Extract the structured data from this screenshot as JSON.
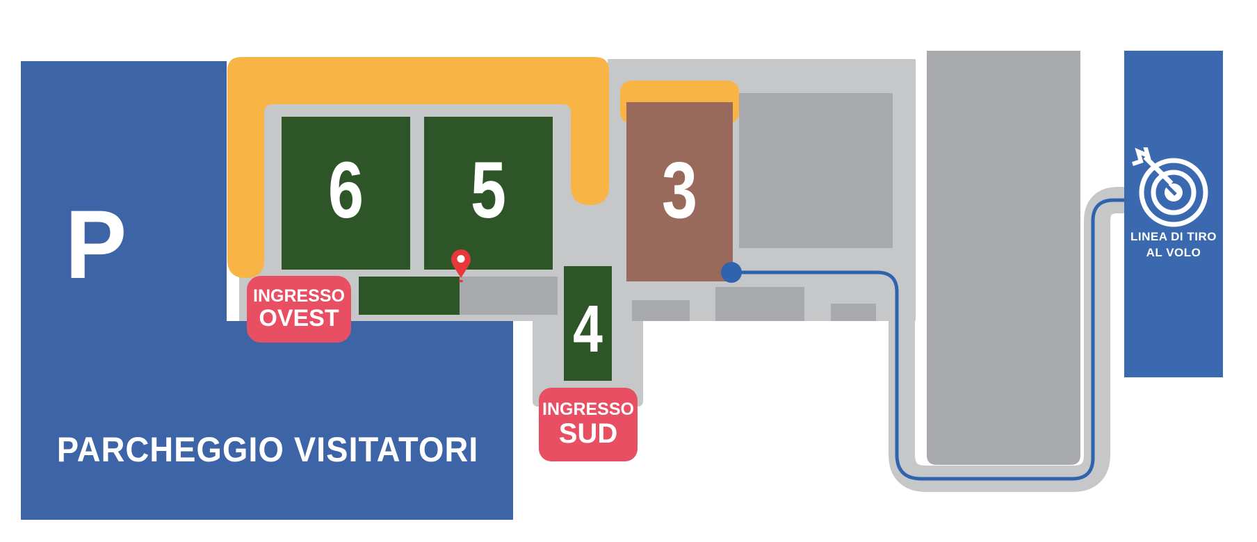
{
  "page": {
    "background": "#ffffff"
  },
  "palette": {
    "parking_blue": "#3D64A6",
    "range_box_blue": "#3A69B0",
    "route_blue": "#2F63AD",
    "floor_gray": "#C6C7C9",
    "building_gray": "#A8AAAE",
    "building_green": "#2E5527",
    "building_brown": "#996A5C",
    "band_yellow": "#F8B545",
    "badge_red": "#E94F63",
    "pin_red": "#E8373B",
    "text_white": "#FFFFFF"
  },
  "parking": {
    "symbol": "P",
    "label": "PARCHEGGIO VISITATORI"
  },
  "buildings": {
    "b6": "6",
    "b5": "5",
    "b3": "3",
    "b4": "4"
  },
  "entrances": {
    "west": {
      "line1": "INGRESSO",
      "line2": "OVEST"
    },
    "south": {
      "line1": "INGRESSO",
      "line2": "SUD"
    }
  },
  "shooting_range": {
    "line1": "LINEA DI TIRO",
    "line2": "AL VOLO"
  },
  "icons": {
    "pin": "location-pin-icon",
    "target": "target-bullseye-icon"
  }
}
